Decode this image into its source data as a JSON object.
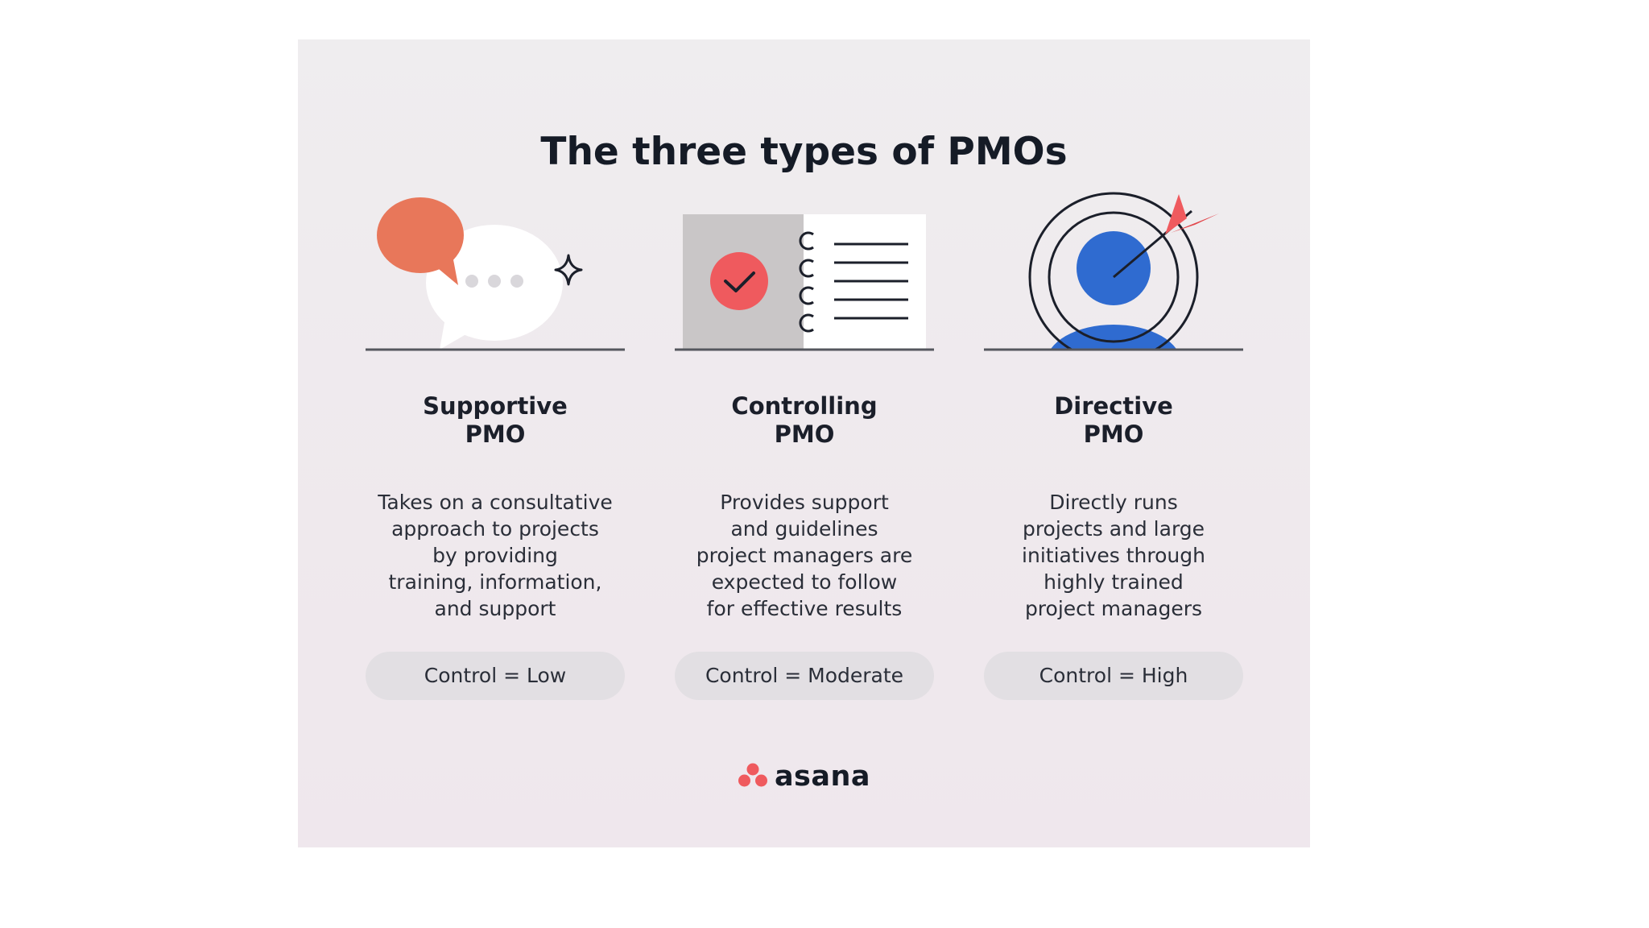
{
  "title": "The three types of PMOs",
  "columns": [
    {
      "icon": "speech-bubbles-icon",
      "heading_line1": "Supportive",
      "heading_line2": "PMO",
      "desc_lines": [
        "Takes on a consultative",
        "approach to projects",
        "by providing",
        "training, information,",
        "and support"
      ],
      "control": "Control = Low"
    },
    {
      "icon": "checklist-notebook-icon",
      "heading_line1": "Controlling",
      "heading_line2": "PMO",
      "desc_lines": [
        "Provides support",
        "and guidelines",
        "project managers are",
        "expected to follow",
        "for effective results"
      ],
      "control": "Control = Moderate"
    },
    {
      "icon": "target-person-icon",
      "heading_line1": "Directive",
      "heading_line2": "PMO",
      "desc_lines": [
        "Directly runs",
        "projects and large",
        "initiatives through",
        "highly trained",
        "project managers"
      ],
      "control": "Control = High"
    }
  ],
  "brand": {
    "name": "asana",
    "icon": "asana-logo-icon"
  },
  "colors": {
    "accent_coral": "#e8775a",
    "accent_red": "#ef5a5e",
    "accent_blue": "#2f6bd0",
    "text_dark": "#151b26"
  }
}
